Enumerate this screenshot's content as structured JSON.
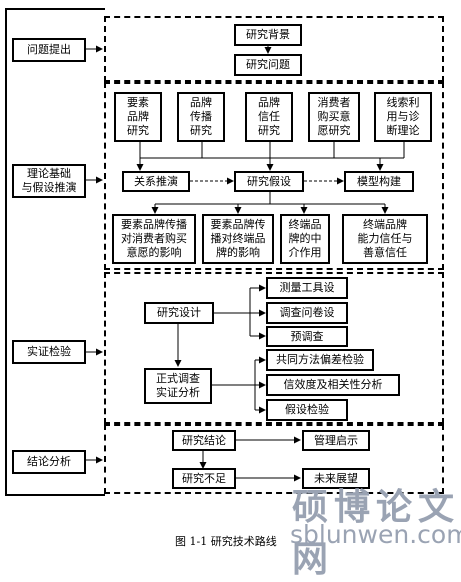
{
  "stages": {
    "problem": "问题提出",
    "theory": "理论基础\n与假设推演",
    "empirical": "实证检验",
    "conclusion": "结论分析"
  },
  "section1": {
    "background": "研究背景",
    "question": "研究问题"
  },
  "section2": {
    "lit1": "要素\n品牌\n研究",
    "lit2": "品牌\n传播\n研究",
    "lit3": "品牌\n信任\n研究",
    "lit4": "消费者\n购买意\n愿研究",
    "lit5": "线索利\n用与诊\n断理论",
    "relation": "关系推演",
    "hypothesis": "研究假设",
    "model": "模型构建",
    "h1": "要素品牌传播\n对消费者购买\n意愿的影响",
    "h2": "要素品牌传\n播对终端品\n牌的影响",
    "h3": "终端品\n牌的中\n介作用",
    "h4": "终端品牌\n能力信任与\n善意信任"
  },
  "section3": {
    "design": "研究设计",
    "tools": "测量工具设",
    "questionnaire": "调查问卷设",
    "pretest": "预调查",
    "formal": "正式调查\n实证分析",
    "cmv": "共同方法偏差检验",
    "reliability": "信效度及相关性分析",
    "hyptest": "假设检验"
  },
  "section4": {
    "conclusion": "研究结论",
    "implications": "管理启示",
    "limits": "研究不足",
    "outlook": "未来展望"
  },
  "caption": "图 1-1  研究技术路线",
  "watermark": {
    "cn": "硕博论文网",
    "url": "sblunwen.com"
  }
}
